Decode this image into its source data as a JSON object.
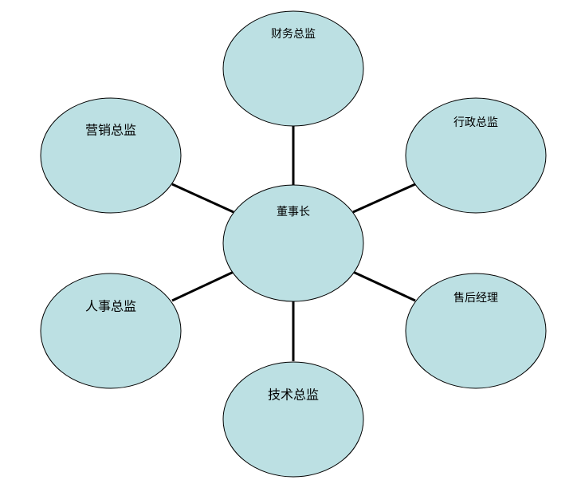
{
  "diagram": {
    "center": {
      "label": "董事长"
    },
    "nodes": [
      {
        "id": "finance",
        "label": "财务总监"
      },
      {
        "id": "admin",
        "label": "行政总监"
      },
      {
        "id": "aftersales",
        "label": "售后经理"
      },
      {
        "id": "tech",
        "label": "技术总监"
      },
      {
        "id": "hr",
        "label": "人事总监"
      },
      {
        "id": "marketing",
        "label": "营销总监"
      }
    ],
    "colors": {
      "node_fill": "#bce0e3",
      "stroke": "#000000"
    }
  }
}
